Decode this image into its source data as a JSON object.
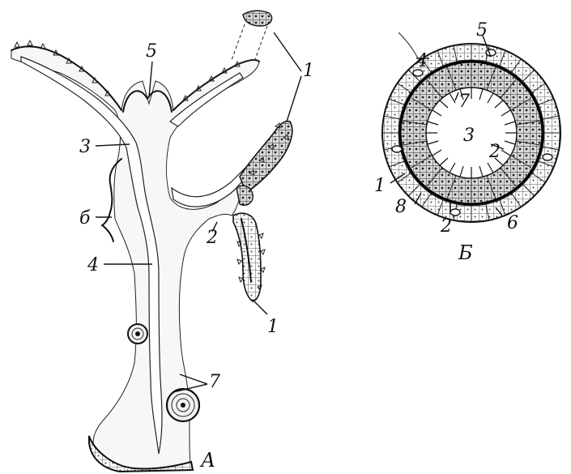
{
  "panel_a": {
    "caption": "А",
    "labels": [
      "1",
      "1",
      "5",
      "3",
      "б",
      "4",
      "2",
      "7"
    ]
  },
  "panel_b": {
    "caption": "Б",
    "labels": [
      "4",
      "5",
      "7",
      "3",
      "2",
      "1",
      "8",
      "2",
      "6"
    ]
  }
}
